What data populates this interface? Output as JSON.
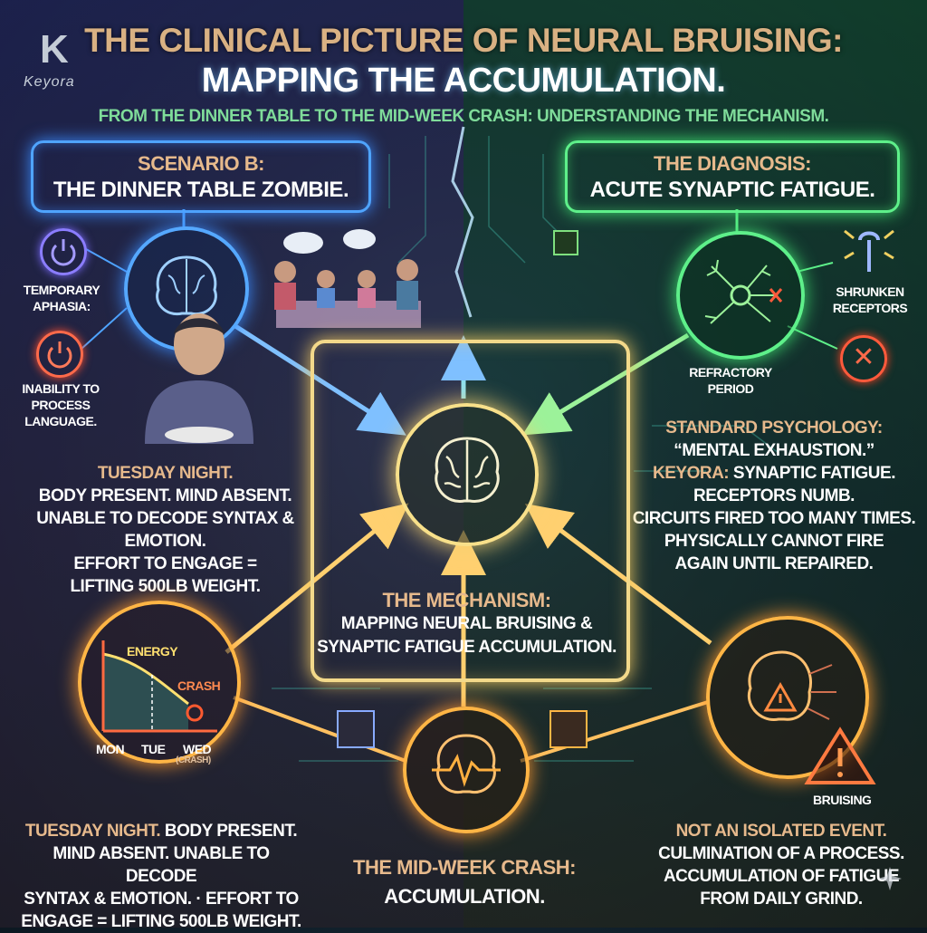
{
  "logo": {
    "mark": "K",
    "text": "Keyora"
  },
  "title_line1": "THE CLINICAL PICTURE OF NEURAL BRUISING:",
  "title_line2": "MAPPING THE ACCUMULATION.",
  "subtitle": "FROM THE DINNER TABLE TO THE MID-WEEK CRASH: UNDERSTANDING THE MECHANISM.",
  "scenario": {
    "label": "SCENARIO B:",
    "value": "THE DINNER TABLE ZOMBIE."
  },
  "diagnosis": {
    "label": "THE DIAGNOSIS:",
    "value": "ACUTE SYNAPTIC FATIGUE."
  },
  "left_labels": {
    "temporary_aphasia": [
      "TEMPORARY",
      "APHASIA:"
    ],
    "inability": [
      "INABILITY TO",
      "PROCESS",
      "LANGUAGE."
    ]
  },
  "right_labels": {
    "shrunken": [
      "SHRUNKEN",
      "RECEPTORS"
    ],
    "refractory": [
      "REFRACTORY",
      "PERIOD"
    ]
  },
  "tuesday_block": {
    "heading": "TUESDAY NIGHT.",
    "lines": [
      "BODY PRESENT. MIND ABSENT.",
      "UNABLE TO DECODE SYNTAX & EMOTION.",
      "EFFORT TO ENGAGE =",
      "LIFTING 500LB WEIGHT."
    ]
  },
  "psychology_block": {
    "heading": "STANDARD PSYCHOLOGY:",
    "quote": "“MENTAL EXHAUSTION.”",
    "keyora_label": "KEYORA:",
    "keyora_value": " SYNAPTIC FATIGUE.",
    "lines": [
      "RECEPTORS NUMB.",
      "CIRCUITS FIRED TOO MANY TIMES.",
      "PHYSICALLY CANNOT FIRE",
      "AGAIN UNTIL REPAIRED."
    ]
  },
  "mechanism": {
    "label": "THE MECHANISM:",
    "lines": [
      "MAPPING NEURAL BRUISING &",
      "SYNAPTIC FATIGUE ACCUMULATION."
    ]
  },
  "energy_chart": {
    "ylabel": "ENERGY",
    "crash_label": "CRASH",
    "days": [
      "MON",
      "TUE",
      "WED"
    ],
    "wed_note": "(CRASH)"
  },
  "bruising_label": "BRUISING",
  "bottom_left": {
    "heading": "TUESDAY NIGHT.",
    "lines": [
      " BODY PRESENT.",
      "MIND ABSENT.  UNABLE TO DECODE",
      "SYNTAX & EMOTION. · EFFORT TO",
      "ENGAGE = LIFTING 500LB WEIGHT."
    ]
  },
  "midweek": {
    "label": "THE MID-WEEK CRASH:",
    "value": "ACCUMULATION."
  },
  "bottom_right": {
    "heading": "NOT AN ISOLATED EVENT.",
    "lines": [
      "CULMINATION OF A PROCESS.",
      "ACCUMULATION OF FATIGUE",
      "FROM DAILY GRIND."
    ]
  },
  "colors": {
    "blue": "#4fa4ff",
    "green": "#5ef08a",
    "gold": "#f3d98a",
    "orange": "#ffb545",
    "tan": "#e6b98c",
    "red": "#ff5a3c"
  }
}
